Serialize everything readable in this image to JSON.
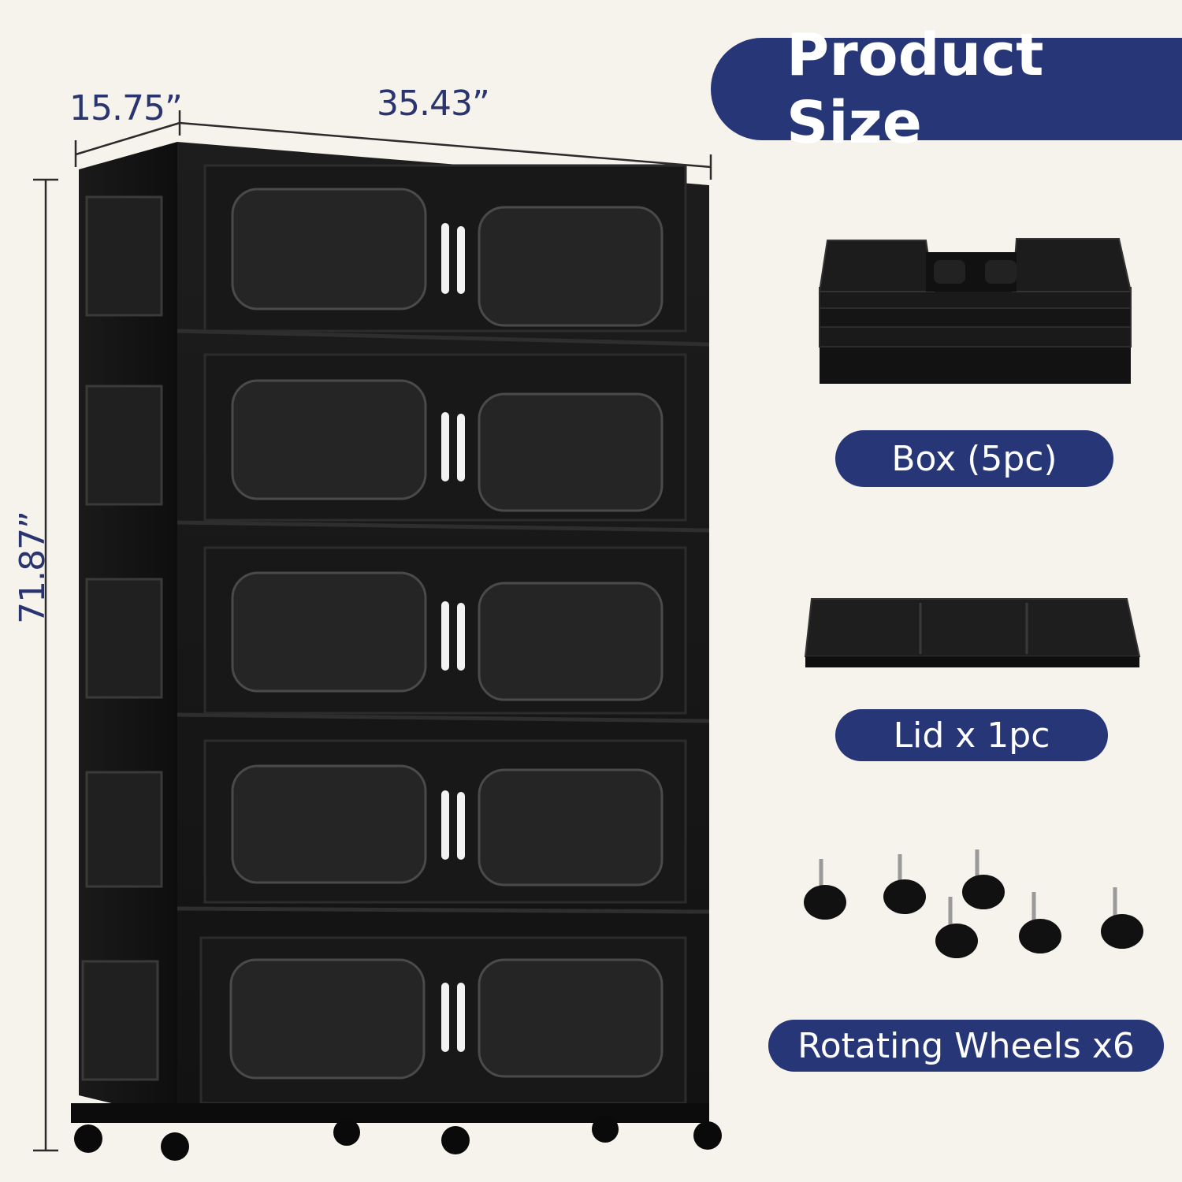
{
  "title": "Product Size",
  "dimensions": {
    "depth": "15.75”",
    "width": "35.43”",
    "height": "71.87”"
  },
  "components": [
    {
      "label": "Box (5pc)"
    },
    {
      "label": "Lid x 1pc"
    },
    {
      "label": "Rotating Wheels x6"
    }
  ],
  "colors": {
    "background": "#f6f2ec",
    "accent": "#263676",
    "cabinet": "#151515"
  }
}
